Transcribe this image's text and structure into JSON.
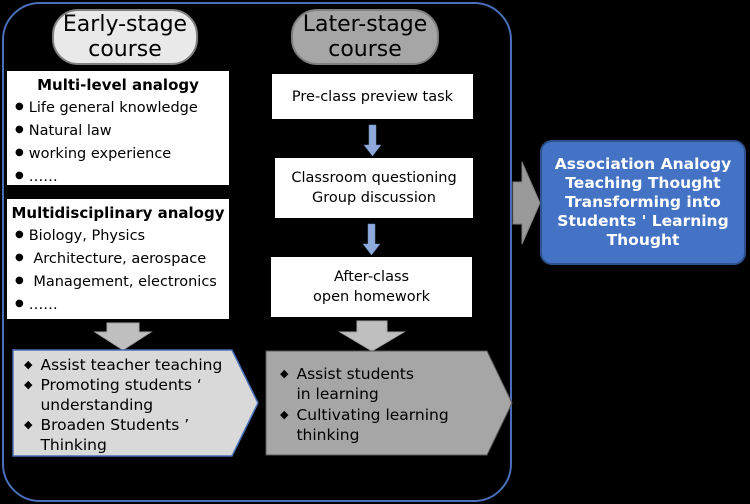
{
  "early": {
    "header": [
      "Early-stage",
      "course"
    ],
    "analogy_box": {
      "title": "Multi-level analogy",
      "items": [
        "Life general knowledge",
        "Natural law",
        "working experience",
        "……"
      ]
    },
    "discipline_box": {
      "title": "Multidisciplinary analogy",
      "items": [
        "Biology, Physics",
        " Architecture, aerospace",
        " Management, electronics",
        "……"
      ]
    },
    "outcomes": [
      [
        "Assist teacher teaching"
      ],
      [
        "Promoting students ‘",
        "understanding"
      ],
      [
        "Broaden Students ’",
        "Thinking"
      ]
    ]
  },
  "later": {
    "header": [
      "Later-stage",
      "course"
    ],
    "steps": [
      [
        "Pre-class preview task"
      ],
      [
        "Classroom questioning",
        "Group discussion"
      ],
      [
        "After-class",
        "open homework"
      ]
    ],
    "outcomes": [
      [
        "Assist students",
        "in learning"
      ],
      [
        "Cultivating learning",
        "thinking"
      ]
    ]
  },
  "result": [
    "Association Analogy",
    "Teaching Thought",
    "Transforming into",
    "Students ' Learning",
    "Thought"
  ],
  "colors": {
    "frame_border": "#4a6fb8",
    "early_fill": "#e9e9e9",
    "later_fill": "#a6a6a6",
    "result_fill": "#4472c4",
    "connector": "#8eaadb",
    "big_arrow": "#bfbfbf"
  }
}
